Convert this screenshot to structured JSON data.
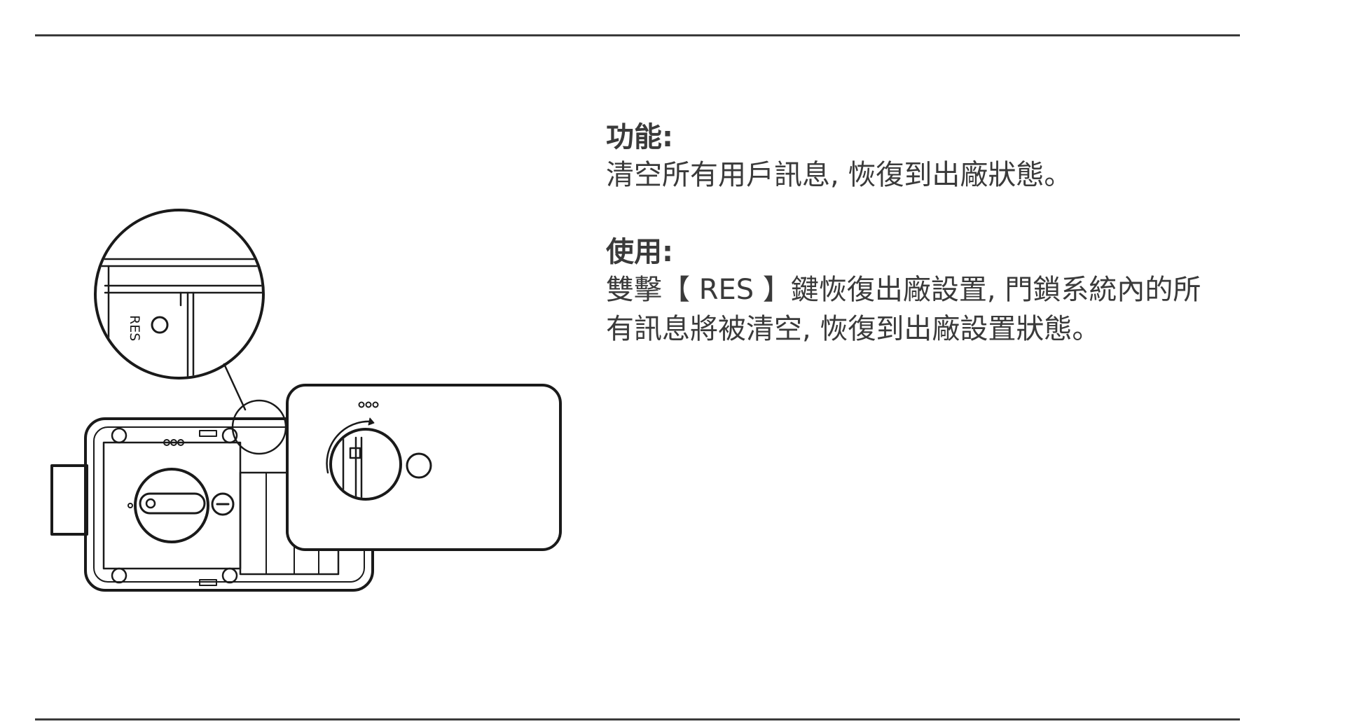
{
  "function_section": {
    "heading": "功能:",
    "body": "清空所有用戶訊息, 恢復到出廠狀態。"
  },
  "usage_section": {
    "heading": "使用:",
    "body_line1": "雙擊【 RES 】鍵恢復出廠設置, 門鎖系統內的所",
    "body_line2": "有訊息將被清空, 恢復到出廠設置狀態。"
  },
  "illustration": {
    "button_label": "RES"
  },
  "colors": {
    "ink": "#3a3a3a",
    "background": "#ffffff"
  }
}
